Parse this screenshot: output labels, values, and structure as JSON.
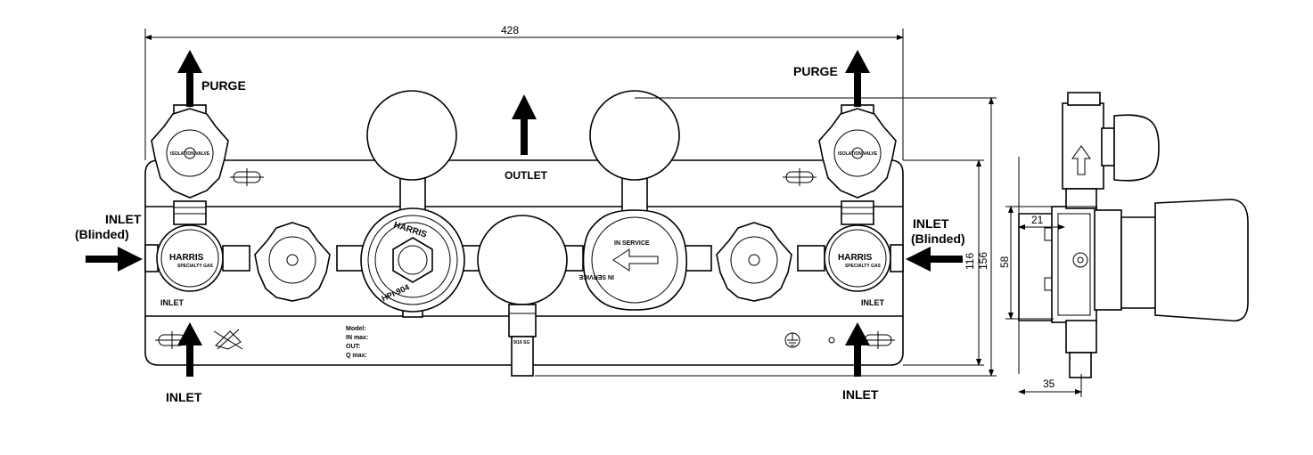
{
  "labels": {
    "purge_left": "PURGE",
    "purge_right": "PURGE",
    "outlet": "OUTLET",
    "inlet_blinded_left_1": "INLET",
    "inlet_blinded_left_2": "(Blinded)",
    "inlet_blinded_right_1": "INLET",
    "inlet_blinded_right_2": "(Blinded)",
    "inlet_bottom_left": "INLET",
    "inlet_bottom_right": "INLET",
    "inlet_plate_left": "INLET",
    "inlet_plate_right": "INLET"
  },
  "dimensions": {
    "width_top": "428",
    "height_116": "116",
    "height_156": "156",
    "side_21": "21",
    "side_58": "58",
    "side_35": "35"
  },
  "nameplate": {
    "model": "Model:",
    "in_max": "IN max:",
    "out": "OUT:",
    "q_max": "Q max:"
  },
  "device_text": {
    "harris": "HARRIS",
    "specialty_gas": "SPECIALTY GAS",
    "regulator_brand": "HARRIS",
    "regulator_model": "HPI-904",
    "in_service": "IN SERVICE",
    "outlet_fitting": "9/16 SG"
  }
}
